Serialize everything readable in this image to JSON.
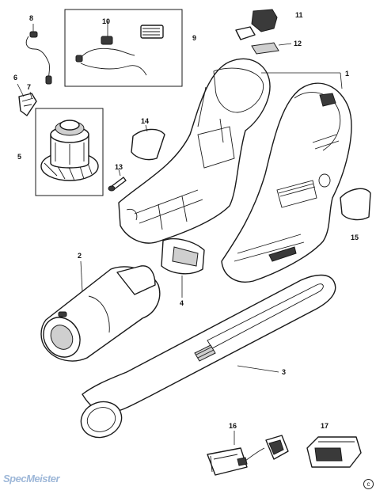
{
  "diagram": {
    "callouts": {
      "p1": "1",
      "p2": "2",
      "p3": "3",
      "p4": "4",
      "p5": "5",
      "p6": "6",
      "p7": "7",
      "p8": "8",
      "p9": "9",
      "p10": "10",
      "p11": "11",
      "p12": "12",
      "p13": "13",
      "p14": "14",
      "p15": "15",
      "p16": "16",
      "p17": "17"
    },
    "watermark": "SpecMeister",
    "copyright": "c"
  }
}
